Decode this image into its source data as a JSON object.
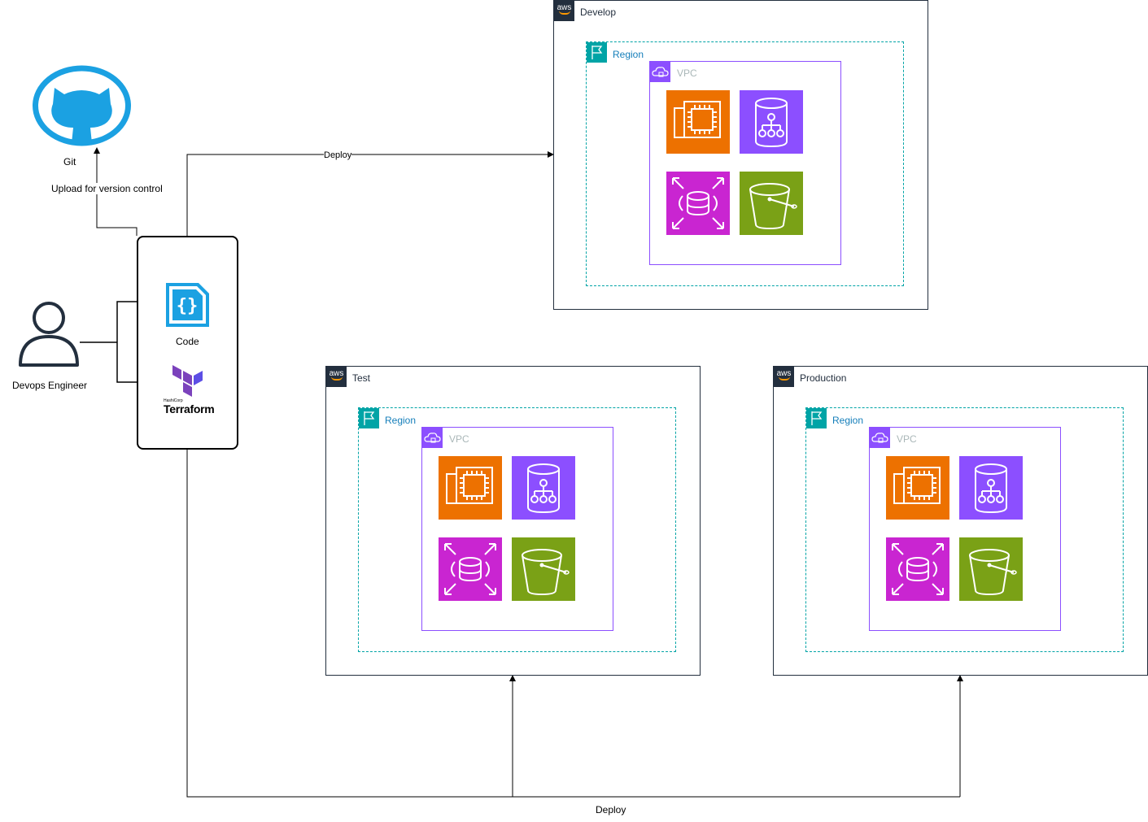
{
  "actors": {
    "engineer_label": "Devops Engineer",
    "git_label": "Git",
    "code_label": "Code",
    "terraform_brand_small": "HashiCorp",
    "terraform_label": "Terraform"
  },
  "edges": {
    "upload_label": "Upload for version control",
    "deploy_top_label": "Deploy",
    "deploy_bottom_label": "Deploy"
  },
  "environments": {
    "develop": {
      "name": "Develop",
      "region": "Region",
      "vpc": "VPC"
    },
    "test": {
      "name": "Test",
      "region": "Region",
      "vpc": "VPC"
    },
    "production": {
      "name": "Production",
      "region": "Region",
      "vpc": "VPC"
    }
  },
  "aws_logo_text": "aws",
  "colors": {
    "ec2": "#ed7100",
    "dynamodb": "#8c4fff",
    "rds": "#c925d1",
    "s3": "#7aa116",
    "github": "#1ba1e2",
    "terraform": "#7b42bc",
    "region": "#00a4a6",
    "vpc": "#8c4fff"
  },
  "icons": [
    "user-icon",
    "github-icon",
    "code-file-icon",
    "terraform-icon",
    "ec2-icon",
    "dynamodb-icon",
    "rds-icon",
    "s3-icon"
  ]
}
